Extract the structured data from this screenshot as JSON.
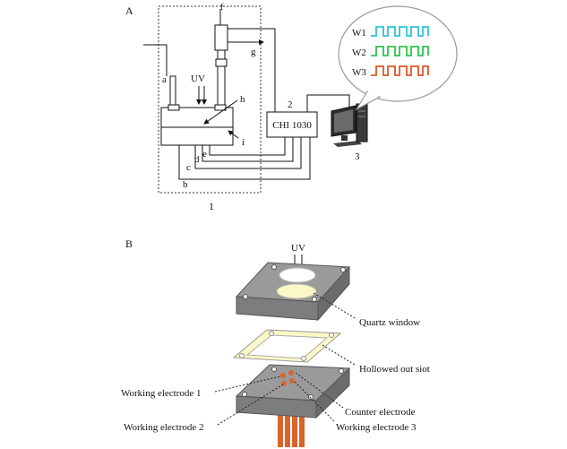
{
  "panel_a": {
    "label": "A",
    "letters": {
      "a": "a",
      "b": "b",
      "c": "c",
      "d": "d",
      "e": "e",
      "f": "f",
      "g": "g",
      "h": "h",
      "i": "i"
    },
    "uv": "UV",
    "instrument": "CHI 1030",
    "num_1": "1",
    "num_2": "2",
    "num_3": "3",
    "w1": "W1",
    "w2": "W2",
    "w3": "W3",
    "colors": {
      "w1": "#2ec4d6",
      "w2": "#2fc44a",
      "w3": "#e0552b"
    }
  },
  "panel_b": {
    "label": "B",
    "uv": "UV",
    "quartz_window": "Quartz window",
    "hollowed_slot": "Hollowed out siot",
    "working_electrode_1": "Working electrode 1",
    "working_electrode_2": "Working electrode 2",
    "working_electrode_3": "Working electrode 3",
    "counter_electrode": "Counter electrode",
    "colors": {
      "block": "#9a9a9a",
      "window": "#fbf8c8",
      "electrode": "#d9652c"
    }
  }
}
